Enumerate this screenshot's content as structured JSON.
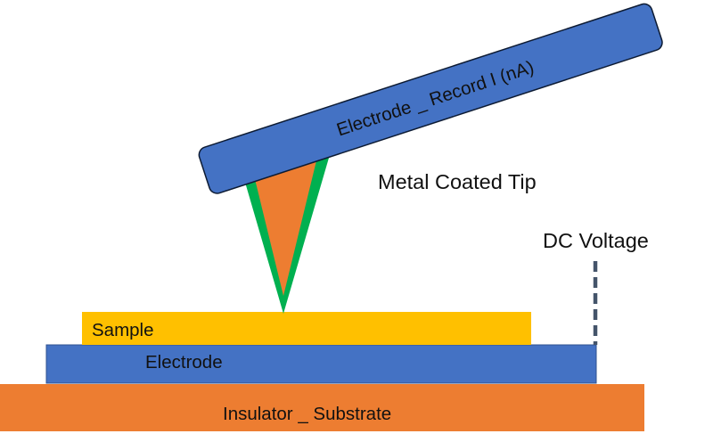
{
  "diagram": {
    "title": "Conductive tip measurement setup",
    "labels": {
      "top_electrode": "Electrode _ Record I (nA)",
      "tip": "Metal Coated Tip",
      "dc_voltage": "DC Voltage",
      "sample": "Sample",
      "bottom_electrode": "Electrode",
      "substrate": "Insulator _ Substrate"
    },
    "colors": {
      "electrode": "#4472C4",
      "substrate": "#ED7D31",
      "tip_fill": "#ED7D31",
      "tip_coating": "#00B050",
      "sample": "#FFC000",
      "voltage_line": "#44546A",
      "outline": "#0d1b33"
    }
  }
}
